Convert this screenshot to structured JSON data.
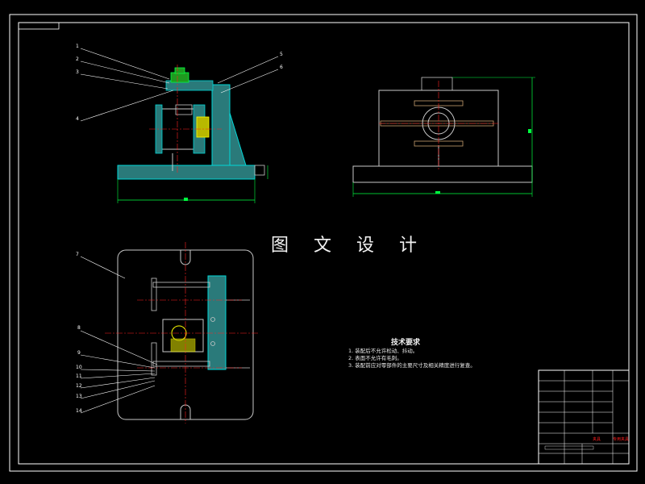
{
  "watermark": "图 文 设 计",
  "tech_requirements": {
    "title": "技术要求",
    "items": [
      "1. 装配后不允许松动、抖动。",
      "2. 表面不允许有毛刺。",
      "3. 装配前应对零部件的主要尺寸及相关精度进行复查。"
    ]
  },
  "part_labels_front": [
    "1",
    "2",
    "3",
    "4"
  ],
  "part_labels_right": [
    "5",
    "6"
  ],
  "part_labels_plan": [
    "7",
    "8",
    "9",
    "10",
    "11",
    "12",
    "13",
    "14"
  ],
  "title_block": {
    "stamp": "夹具",
    "label": "专用夹具"
  },
  "colors": {
    "background": "#000000",
    "border": "#ffffff",
    "centerline": "#ff2020",
    "part": "#c8c8c8",
    "dimension": "#00ff40",
    "section_hatch": "#00d8d8",
    "highlight": "#ffff00",
    "stamp": "#ff2020"
  }
}
